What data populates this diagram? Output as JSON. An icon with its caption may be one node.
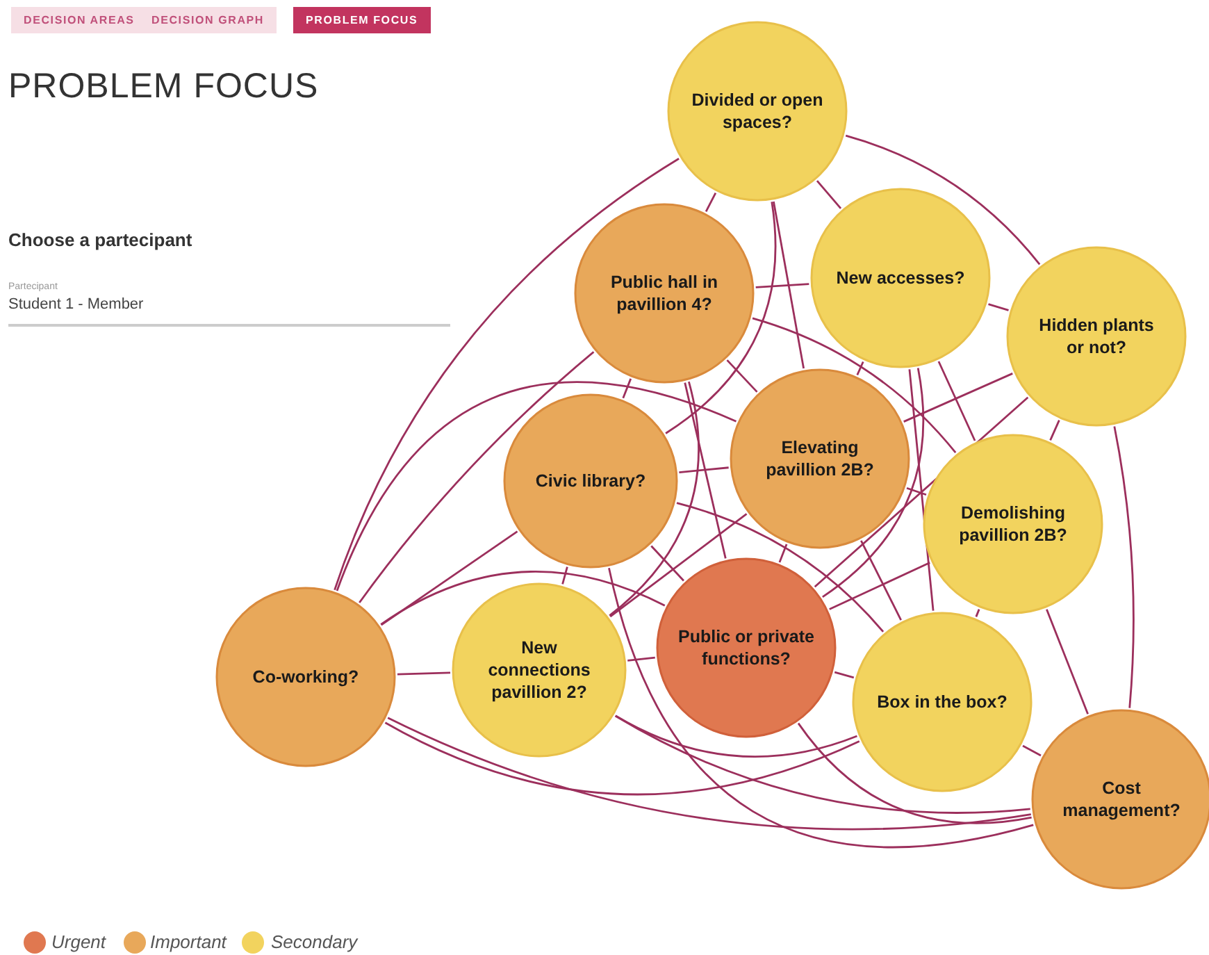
{
  "diagram": {
    "title": "PROBLEM FOCUS",
    "nodes": [
      {
        "text": [
          "Divided or open spaces?"
        ]
      },
      {
        "text": [
          "Public hall in pavillion 4?"
        ]
      },
      {
        "text": [
          "New accesses?"
        ]
      },
      {
        "text": [
          "Hidden plants or not?"
        ]
      },
      {
        "text": [
          "Civic library?"
        ]
      },
      {
        "text": [
          "Elevating pavillion 2B?"
        ]
      },
      {
        "text": [
          "Demolishing pavillion 2B?"
        ]
      },
      {
        "text": [
          "Co-working?"
        ]
      },
      {
        "text": [
          "New connections pavillion 2?"
        ]
      },
      {
        "text": [
          "Public or private functions?"
        ]
      },
      {
        "text": [
          "Box in the box?"
        ]
      },
      {
        "text": [
          "Cost management?"
        ]
      }
    ],
    "edges": [
      {
        "from": 7,
        "to": 0,
        "arrow": "none"
      },
      {
        "from": 7,
        "to": 1,
        "arrow": "none"
      },
      {
        "from": 7,
        "to": 4,
        "arrow": "none"
      },
      {
        "from": 7,
        "to": 8,
        "arrow": "none"
      },
      {
        "from": 7,
        "to": 9,
        "arrow": "none"
      },
      {
        "from": 7,
        "to": 10,
        "arrow": "none"
      },
      {
        "from": 7,
        "to": 11,
        "arrow": "none"
      },
      {
        "from": 7,
        "to": 5,
        "arrow": "none"
      },
      {
        "from": 0,
        "to": 1,
        "arrow": "none"
      },
      {
        "from": 0,
        "to": 2,
        "arrow": "none"
      },
      {
        "from": 0,
        "to": 3,
        "arrow": "none"
      },
      {
        "from": 0,
        "to": 4,
        "arrow": "none"
      },
      {
        "from": 0,
        "to": 5,
        "arrow": "none"
      },
      {
        "from": 1,
        "to": 2,
        "arrow": "none"
      },
      {
        "from": 1,
        "to": 4,
        "arrow": "none"
      },
      {
        "from": 1,
        "to": 5,
        "arrow": "none"
      },
      {
        "from": 1,
        "to": 9,
        "arrow": "none"
      },
      {
        "from": 1,
        "to": 8,
        "arrow": "none"
      },
      {
        "from": 1,
        "to": 6,
        "arrow": "none"
      },
      {
        "from": 2,
        "to": 3,
        "arrow": "none"
      },
      {
        "from": 2,
        "to": 5,
        "arrow": "none"
      },
      {
        "from": 2,
        "to": 6,
        "arrow": "none"
      },
      {
        "from": 2,
        "to": 10,
        "arrow": "none"
      },
      {
        "from": 2,
        "to": 9,
        "arrow": "none"
      },
      {
        "from": 3,
        "to": 5,
        "arrow": "none"
      },
      {
        "from": 3,
        "to": 6,
        "arrow": "none"
      },
      {
        "from": 3,
        "to": 11,
        "arrow": "none"
      },
      {
        "from": 3,
        "to": 9,
        "arrow": "none"
      },
      {
        "from": 4,
        "to": 5,
        "arrow": "none"
      },
      {
        "from": 4,
        "to": 8,
        "arrow": "none"
      },
      {
        "from": 4,
        "to": 9,
        "arrow": "none"
      },
      {
        "from": 4,
        "to": 10,
        "arrow": "none"
      },
      {
        "from": 4,
        "to": 11,
        "arrow": "none"
      },
      {
        "from": 5,
        "to": 6,
        "arrow": "none"
      },
      {
        "from": 5,
        "to": 9,
        "arrow": "none"
      },
      {
        "from": 5,
        "to": 8,
        "arrow": "none"
      },
      {
        "from": 5,
        "to": 10,
        "arrow": "none"
      },
      {
        "from": 6,
        "to": 9,
        "arrow": "none"
      },
      {
        "from": 6,
        "to": 10,
        "arrow": "none"
      },
      {
        "from": 6,
        "to": 11,
        "arrow": "none"
      },
      {
        "from": 8,
        "to": 9,
        "arrow": "none"
      },
      {
        "from": 8,
        "to": 10,
        "arrow": "none"
      },
      {
        "from": 8,
        "to": 11,
        "arrow": "none"
      },
      {
        "from": 9,
        "to": 10,
        "arrow": "none"
      },
      {
        "from": 9,
        "to": 11,
        "arrow": "none"
      },
      {
        "from": 10,
        "to": 11,
        "arrow": "none"
      }
    ],
    "labels": [
      "DECISION AREAS",
      "DECISION GRAPH",
      "PROBLEM FOCUS",
      "Choose a partecipant",
      "Partecipant",
      "Student 1 - Member"
    ],
    "legend": [
      {
        "text": "Urgent",
        "color": "#e07850"
      },
      {
        "text": "Important",
        "color": "#e8a85a"
      },
      {
        "text": "Secondary",
        "color": "#f2d35e"
      }
    ]
  }
}
